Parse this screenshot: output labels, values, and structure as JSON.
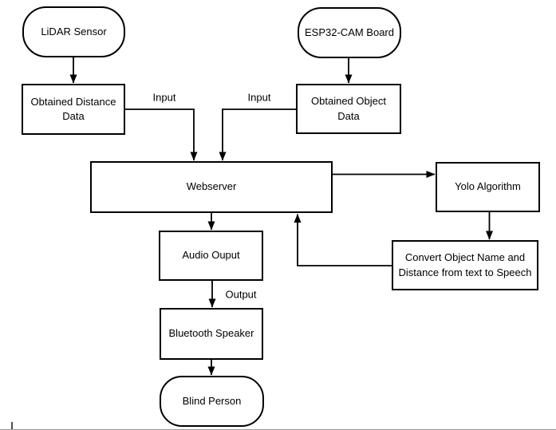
{
  "diagram": {
    "nodes": {
      "lidar_sensor": {
        "label": "LiDAR Sensor",
        "shape": "rounded"
      },
      "esp32_cam_board": {
        "label": "ESP32-CAM Board",
        "shape": "rounded"
      },
      "obtained_distance_data": {
        "label": "Obtained Distance Data",
        "shape": "rect"
      },
      "obtained_object_data": {
        "label": "Obtained Object Data",
        "shape": "rect"
      },
      "webserver": {
        "label": "Webserver",
        "shape": "rect"
      },
      "yolo_algorithm": {
        "label": "Yolo Algorithm",
        "shape": "rect"
      },
      "convert_text_to_speech": {
        "label": "Convert Object Name and Distance from text to Speech",
        "shape": "rect"
      },
      "audio_output": {
        "label": "Audio Ouput",
        "shape": "rect"
      },
      "bluetooth_speaker": {
        "label": "Bluetooth Speaker",
        "shape": "rect"
      },
      "blind_person": {
        "label": "Blind Person",
        "shape": "rounded"
      }
    },
    "edge_labels": {
      "input_left": "Input",
      "input_right": "Input",
      "output": "Output"
    },
    "edges": [
      {
        "from": "lidar_sensor",
        "to": "obtained_distance_data",
        "label": ""
      },
      {
        "from": "esp32_cam_board",
        "to": "obtained_object_data",
        "label": ""
      },
      {
        "from": "obtained_distance_data",
        "to": "webserver",
        "label": "Input"
      },
      {
        "from": "obtained_object_data",
        "to": "webserver",
        "label": "Input"
      },
      {
        "from": "webserver",
        "to": "yolo_algorithm",
        "label": ""
      },
      {
        "from": "yolo_algorithm",
        "to": "convert_text_to_speech",
        "label": ""
      },
      {
        "from": "convert_text_to_speech",
        "to": "webserver",
        "label": ""
      },
      {
        "from": "webserver",
        "to": "audio_output",
        "label": ""
      },
      {
        "from": "audio_output",
        "to": "bluetooth_speaker",
        "label": "Output"
      },
      {
        "from": "bluetooth_speaker",
        "to": "blind_person",
        "label": ""
      }
    ],
    "colors": {
      "stroke": "#000000",
      "node_fill": "#ffffff",
      "background": "#ffffff",
      "footer_line": "#9b9b9b"
    }
  }
}
